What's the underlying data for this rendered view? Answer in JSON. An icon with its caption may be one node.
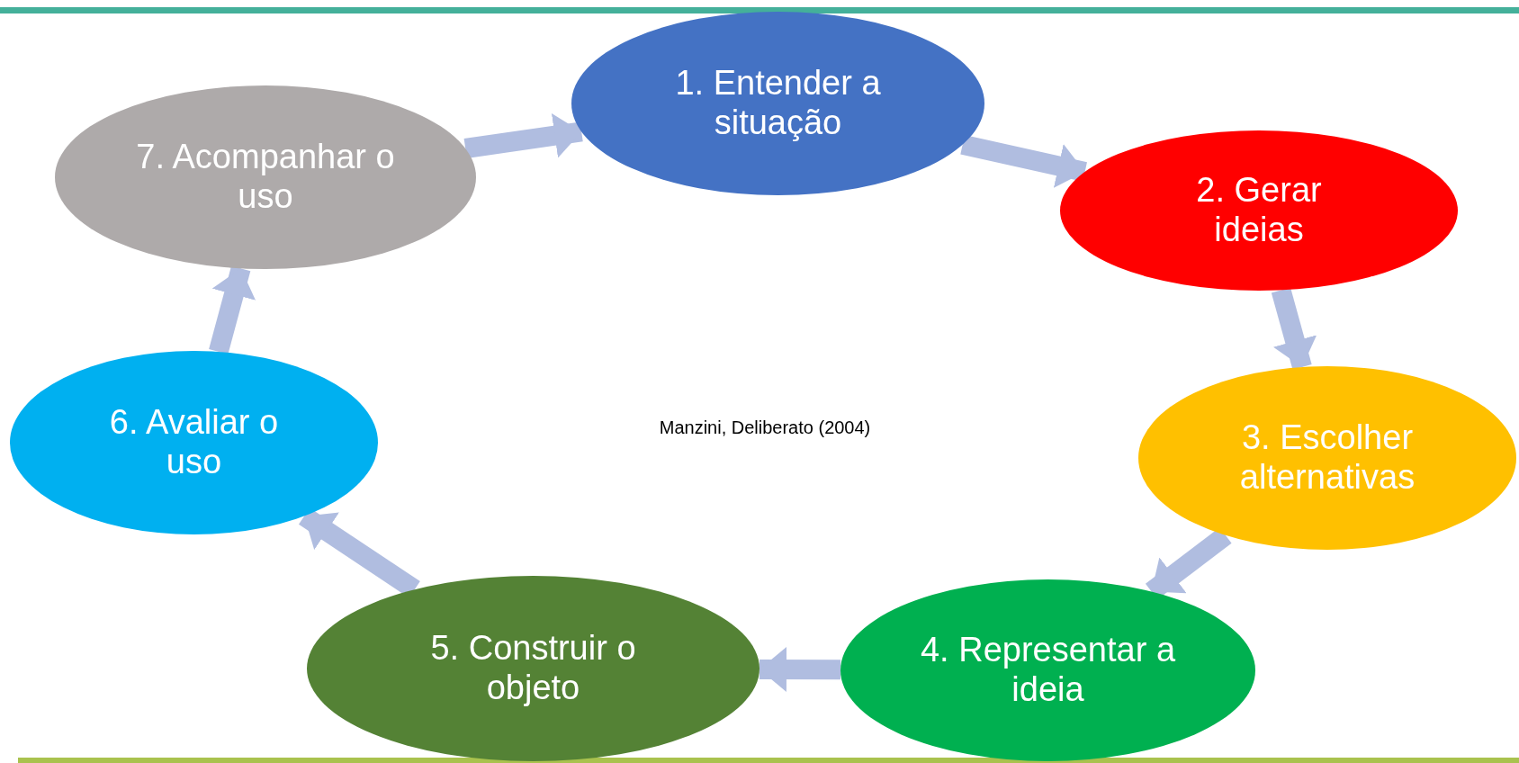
{
  "diagram": {
    "nodes": [
      {
        "text": [
          "1. Entender a situação"
        ]
      },
      {
        "text": [
          "2. Gerar ideias"
        ]
      },
      {
        "text": [
          "3. Escolher alternativas"
        ]
      },
      {
        "text": [
          "4. Representar a ideia"
        ]
      },
      {
        "text": [
          "5. Construir o objeto"
        ]
      },
      {
        "text": [
          "6. Avaliar o uso"
        ]
      },
      {
        "text": [
          "7. Acompanhar o uso"
        ]
      }
    ],
    "edges": [
      {
        "from": 6,
        "to": 0,
        "arrow": "to"
      },
      {
        "from": 0,
        "to": 1,
        "arrow": "to"
      },
      {
        "from": 1,
        "to": 2,
        "arrow": "to"
      },
      {
        "from": 2,
        "to": 3,
        "arrow": "to"
      },
      {
        "from": 3,
        "to": 4,
        "arrow": "to"
      },
      {
        "from": 4,
        "to": 5,
        "arrow": "to"
      },
      {
        "from": 5,
        "to": 6,
        "arrow": "to"
      }
    ],
    "labels": [
      "Manzini, Deliberato (2004)"
    ]
  }
}
